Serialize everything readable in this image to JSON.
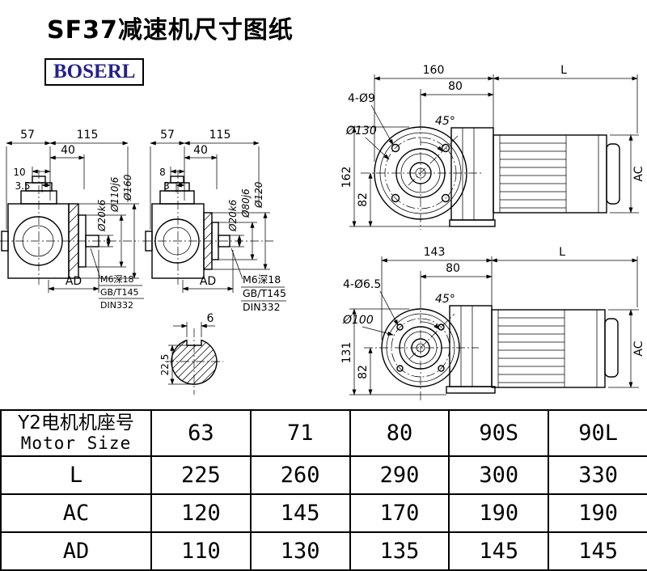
{
  "page": {
    "title": "SF37减速机尺寸图纸",
    "logo": "BOSERL"
  },
  "views": {
    "side_view_large": {
      "dim_57": "57",
      "dim_115": "115",
      "dim_40": "40",
      "dim_10": "10",
      "dim_3_5": "3.5",
      "dim_shaft": "Ø20k6",
      "dim_spigot": "Ø110j6",
      "dim_flange": "Ø160",
      "dim_ad": "AD",
      "note_line1": "M6深18",
      "note_line2": "GB/T145",
      "note_line3": "DIN332"
    },
    "side_view_small": {
      "dim_57": "57",
      "dim_115": "115",
      "dim_40": "40",
      "dim_8": "8",
      "dim_3": "3",
      "dim_shaft": "Ø20k6",
      "dim_spigot": "Ø80j6",
      "dim_flange": "Ø120",
      "dim_ad": "AD",
      "note_line1": "M6深18",
      "note_line2": "GB/T145",
      "note_line3": "DIN332"
    },
    "front_view_large": {
      "dim_width": "160",
      "dim_l": "L",
      "dim_80": "80",
      "holes": "4-Ø9",
      "angle": "45°",
      "bolt_circle": "Ø130",
      "dim_height": "162",
      "dim_82": "82",
      "dim_ac": "AC"
    },
    "front_view_small": {
      "dim_width": "143",
      "dim_l": "L",
      "dim_80": "80",
      "holes": "4-Ø6.5",
      "angle": "45°",
      "bolt_circle": "Ø100",
      "dim_height": "131",
      "dim_82": "82",
      "dim_ac": "AC"
    },
    "shaft_section": {
      "key_width": "6",
      "key_depth": "22.5"
    }
  },
  "table": {
    "header_label_cn": "Y2电机机座号",
    "header_label_en": "Motor Size",
    "motor_sizes": [
      "63",
      "71",
      "80",
      "90S",
      "90L"
    ],
    "rows": [
      {
        "label": "L",
        "values": [
          "225",
          "260",
          "290",
          "300",
          "330"
        ]
      },
      {
        "label": "AC",
        "values": [
          "120",
          "145",
          "170",
          "190",
          "190"
        ]
      },
      {
        "label": "AD",
        "values": [
          "110",
          "130",
          "135",
          "145",
          "145"
        ]
      }
    ]
  }
}
